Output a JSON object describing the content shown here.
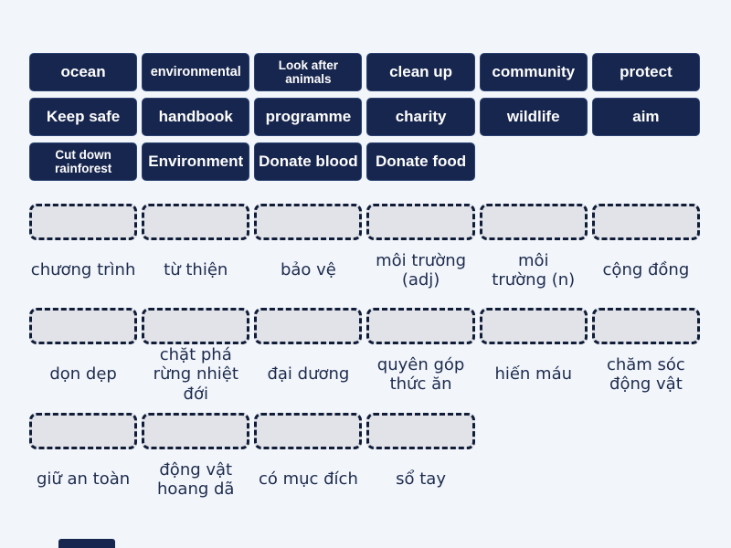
{
  "colors": {
    "page_bg": "#f2f5fa",
    "tile_bg": "#17264e",
    "tile_border": "#2a4172",
    "tile_text": "#fdfdfd",
    "slot_bg": "#e2e3e8",
    "slot_border": "#101d39",
    "label_text": "#1d2c4e"
  },
  "tiles": {
    "rows": [
      [
        "ocean",
        "environmental",
        "Look after animals",
        "clean up",
        "community",
        "protect"
      ],
      [
        "Keep safe",
        "handbook",
        "programme",
        "charity",
        "wildlife",
        "aim"
      ],
      [
        "Cut down rainforest",
        "Environment",
        "Donate blood",
        "Donate food"
      ]
    ]
  },
  "slots": {
    "rows": [
      [
        "chương trình",
        "từ thiện",
        "bảo vệ",
        "môi trường (adj)",
        "môi trường (n)",
        "cộng đồng"
      ],
      [
        "dọn dẹp",
        "chặt phá rừng nhiệt đới",
        "đại dương",
        "quyên góp thức ăn",
        "hiến máu",
        "chăm sóc động vật"
      ],
      [
        "giữ an toàn",
        "động vật hoang dã",
        "có mục đích",
        "sổ tay"
      ]
    ]
  }
}
